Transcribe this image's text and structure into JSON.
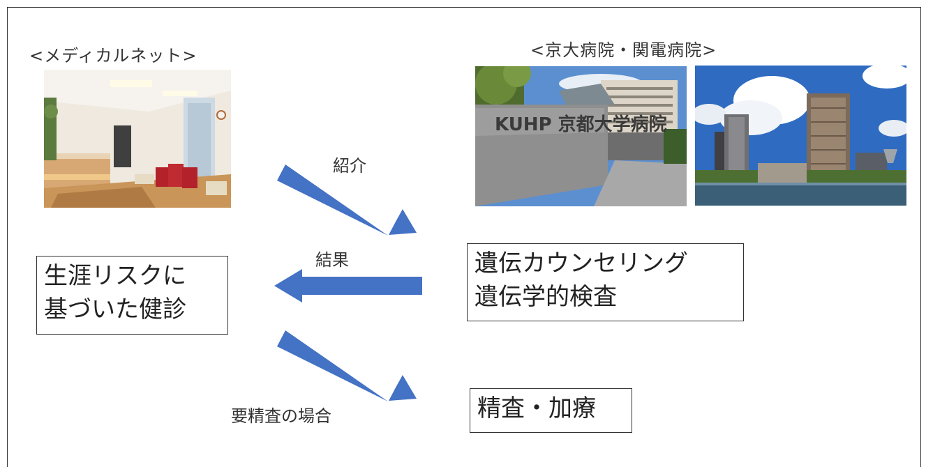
{
  "headings": {
    "left": "<メディカルネット>",
    "right": "<京大病院・関電病院>"
  },
  "photos": {
    "clinic_sign_text": "KUHP 京都大学病院"
  },
  "boxes": {
    "left": [
      "生涯リスクに",
      "基づいた健診"
    ],
    "right": [
      "遺伝カウンセリング",
      "遺伝学的検査"
    ],
    "bottom": [
      "精査・加療"
    ]
  },
  "arrow_labels": {
    "referral": "紹介",
    "result": "結果",
    "detailed_exam": "要精査の場合"
  },
  "colors": {
    "arrow": "#4472C4",
    "text": "#333333",
    "border": "#333333"
  }
}
